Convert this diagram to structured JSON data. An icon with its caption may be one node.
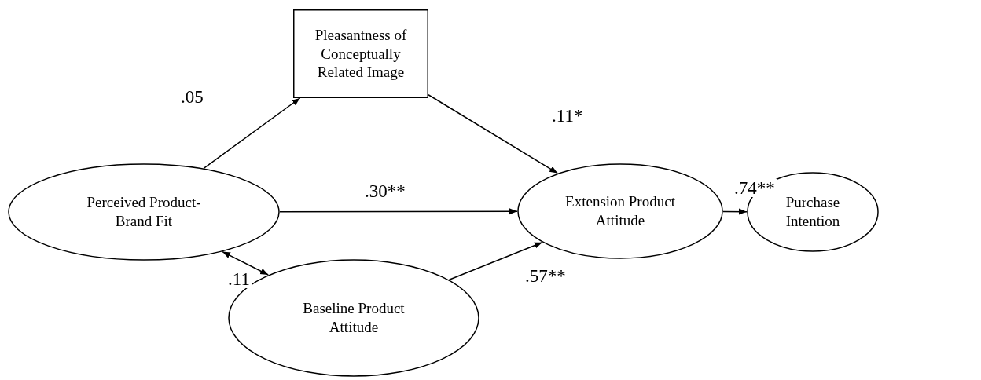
{
  "diagram": {
    "nodes": [
      {
        "text": [
          "Pleasantness of Conceptually Related Image"
        ]
      },
      {
        "text": [
          "Perceived Product-Brand Fit"
        ]
      },
      {
        "text": [
          "Extension Product Attitude"
        ]
      },
      {
        "text": [
          "Purchase Intention"
        ]
      },
      {
        "text": [
          "Baseline Product Attitude"
        ]
      }
    ],
    "edges": [
      {
        "from": 1,
        "to": 0,
        "arrow": "to",
        "label": ".05"
      },
      {
        "from": 0,
        "to": 2,
        "arrow": "to",
        "label": ".11*"
      },
      {
        "from": 1,
        "to": 2,
        "arrow": "to",
        "label": ".30**"
      },
      {
        "from": 2,
        "to": 3,
        "arrow": "to",
        "label": ".74**"
      },
      {
        "from": 1,
        "to": 4,
        "arrow": "both",
        "label": ".11"
      },
      {
        "from": 4,
        "to": 2,
        "arrow": "to",
        "label": ".57**"
      }
    ]
  }
}
